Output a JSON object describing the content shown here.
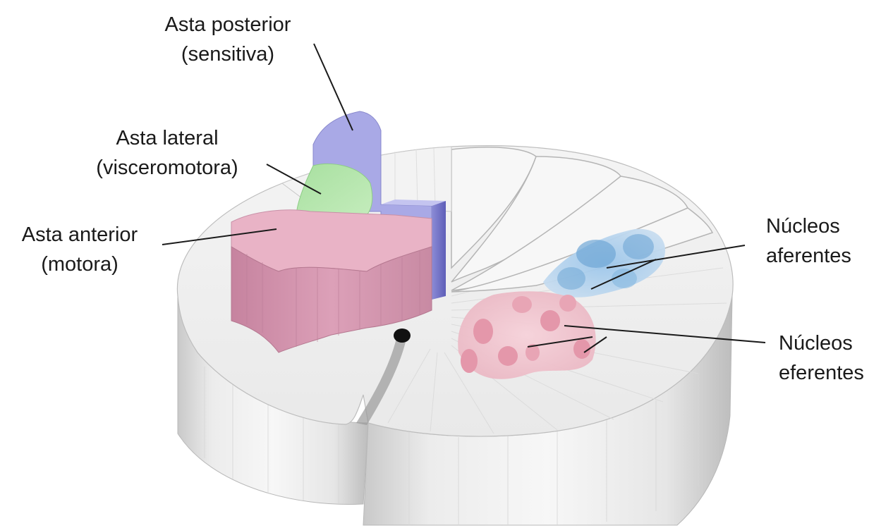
{
  "labels": {
    "asta_posterior": {
      "line1": "Asta posterior",
      "line2": "(sensitiva)"
    },
    "asta_lateral": {
      "line1": "Asta lateral",
      "line2": "(visceromotora)"
    },
    "asta_anterior": {
      "line1": "Asta anterior",
      "line2": "(motora)"
    },
    "nucleos_aferentes": {
      "line1": "Núcleos",
      "line2": "aferentes"
    },
    "nucleos_eferentes": {
      "line1": "Núcleos",
      "line2": "eferentes"
    }
  },
  "colors": {
    "asta_posterior": "#9e9ee0",
    "asta_lateral": "#a8e0a0",
    "asta_anterior": "#d89ab4",
    "nucleos_aferentes": "#7fb2dc",
    "nucleos_eferentes": "#e898a8",
    "white_matter": "#f2f2f2"
  }
}
